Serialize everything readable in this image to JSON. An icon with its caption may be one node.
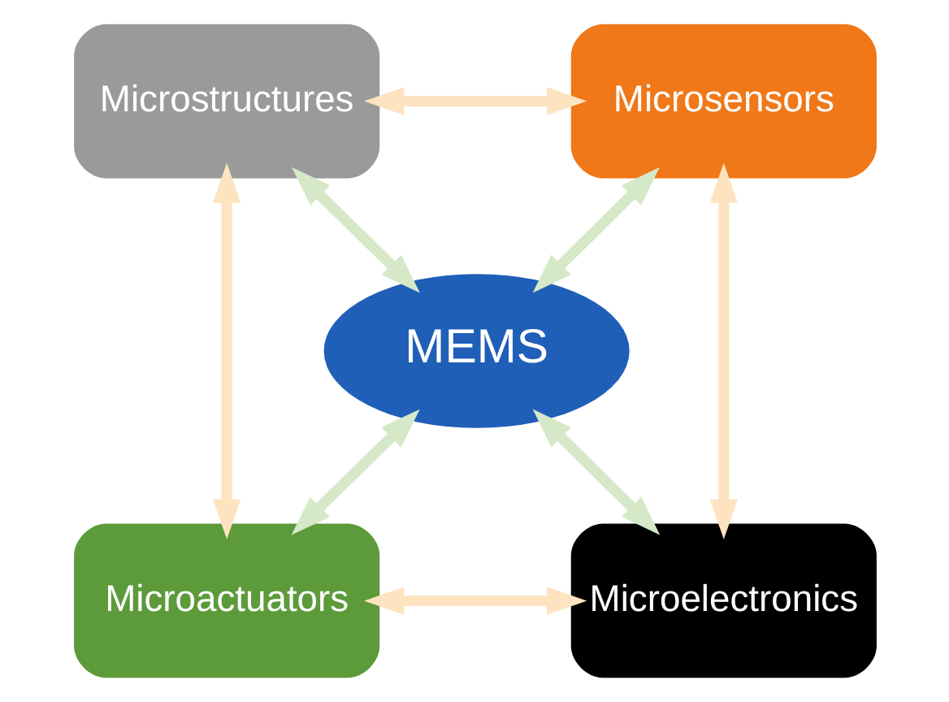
{
  "diagram": {
    "nodes": [
      {
        "text": [
          "Microstructures"
        ]
      },
      {
        "text": [
          "Microsensors"
        ]
      },
      {
        "text": [
          "MEMS"
        ]
      },
      {
        "text": [
          "Microactuators"
        ]
      },
      {
        "text": [
          "Microelectronics"
        ]
      }
    ],
    "edges": [
      {
        "from": 0,
        "to": 1,
        "arrow": "both"
      },
      {
        "from": 0,
        "to": 3,
        "arrow": "both"
      },
      {
        "from": 1,
        "to": 4,
        "arrow": "both"
      },
      {
        "from": 3,
        "to": 4,
        "arrow": "both"
      },
      {
        "from": 2,
        "to": 0,
        "arrow": "both",
        "color": "#d5e8c8"
      },
      {
        "from": 2,
        "to": 1,
        "arrow": "both",
        "color": "#d5e8c8"
      },
      {
        "from": 2,
        "to": 3,
        "arrow": "both",
        "color": "#d5e8c8"
      },
      {
        "from": 2,
        "to": 4,
        "arrow": "both",
        "color": "#d5e8c8"
      }
    ]
  }
}
